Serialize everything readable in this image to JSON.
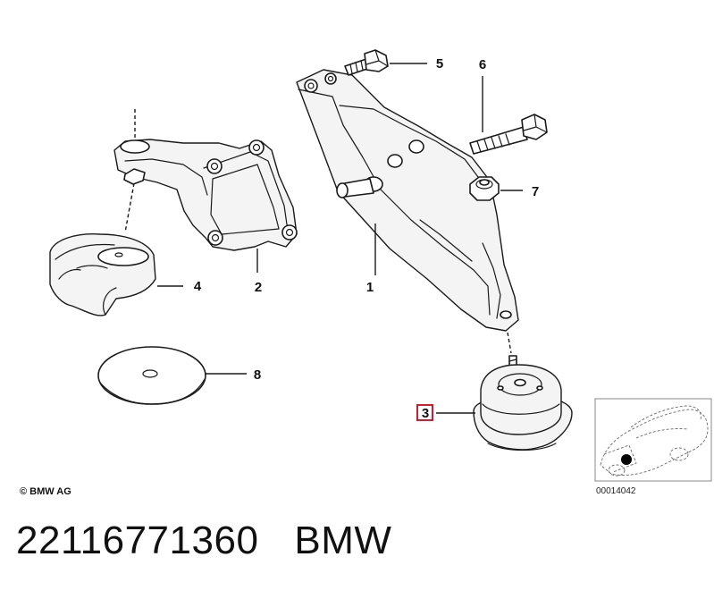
{
  "diagram": {
    "callouts": {
      "c1": "1",
      "c2": "2",
      "c3": "3",
      "c4": "4",
      "c5": "5",
      "c6": "6",
      "c7": "7",
      "c8": "8"
    },
    "highlighted_callout": "3",
    "highlight_color": "#d0021b",
    "copyright": "© BMW AG",
    "thumbnail_code": "00014042"
  },
  "caption": {
    "part_number": "22116771360",
    "brand": "BMW"
  }
}
